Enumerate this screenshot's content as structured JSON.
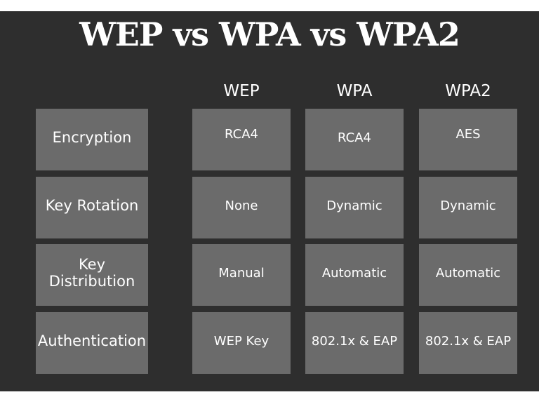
{
  "title": "WEP vs WPA vs WPA2",
  "columns": [
    "WEP",
    "WPA",
    "WPA2"
  ],
  "rows": [
    {
      "label": "Encryption",
      "values": [
        "RCA4",
        "RCA4",
        "AES"
      ]
    },
    {
      "label": "Key Rotation",
      "values": [
        "None",
        "Dynamic",
        "Dynamic"
      ]
    },
    {
      "label": "Key Distribution",
      "values": [
        "Manual",
        "Automatic",
        "Automatic"
      ]
    },
    {
      "label": "Authentication",
      "values": [
        "WEP Key",
        "802.1x & EAP",
        "802.1x & EAP"
      ]
    }
  ]
}
